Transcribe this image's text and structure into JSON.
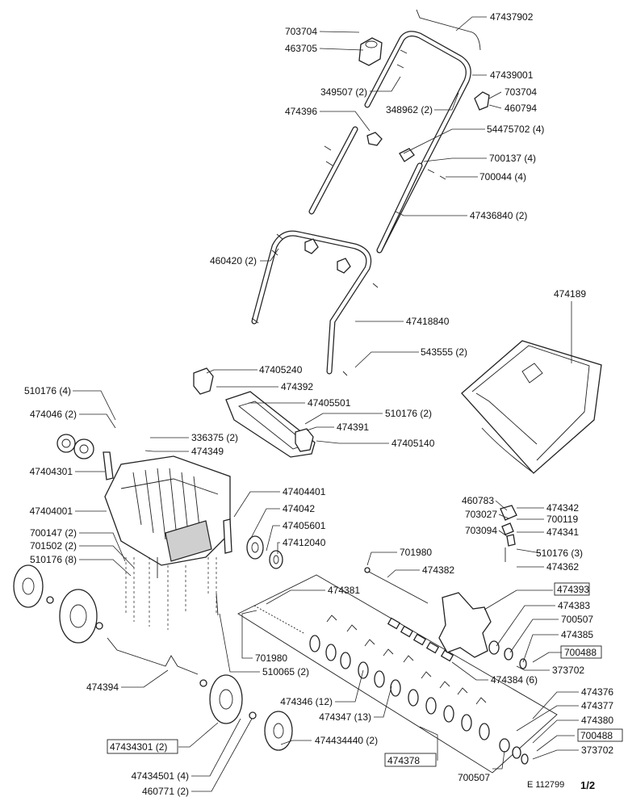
{
  "callouts": [
    {
      "text": "703704"
    },
    {
      "text": "463705"
    },
    {
      "text": "47437902"
    },
    {
      "text": "47439001"
    },
    {
      "text": "349507 (2)"
    },
    {
      "text": "703704"
    },
    {
      "text": "348962 (2)"
    },
    {
      "text": "460794"
    },
    {
      "text": "474396"
    },
    {
      "text": "54475702 (4)"
    },
    {
      "text": "700137 (4)"
    },
    {
      "text": "700044 (4)"
    },
    {
      "text": "47436840 (2)"
    },
    {
      "text": "460420 (2)"
    },
    {
      "text": "474189"
    },
    {
      "text": "47418840"
    },
    {
      "text": "543555 (2)"
    },
    {
      "text": "47405240"
    },
    {
      "text": "510176 (4)"
    },
    {
      "text": "474392"
    },
    {
      "text": "47405501"
    },
    {
      "text": "474046 (2)"
    },
    {
      "text": "510176 (2)"
    },
    {
      "text": "474391"
    },
    {
      "text": "336375 (2)"
    },
    {
      "text": "47405140"
    },
    {
      "text": "474349"
    },
    {
      "text": "47404301"
    },
    {
      "text": "47404401"
    },
    {
      "text": "460783"
    },
    {
      "text": "474342"
    },
    {
      "text": "474042"
    },
    {
      "text": "703027"
    },
    {
      "text": "700119"
    },
    {
      "text": "47404001"
    },
    {
      "text": "703094"
    },
    {
      "text": "474341"
    },
    {
      "text": "47405601"
    },
    {
      "text": "700147 (2)"
    },
    {
      "text": "47412040"
    },
    {
      "text": "510176 (3)"
    },
    {
      "text": "701502 (2)"
    },
    {
      "text": "701980"
    },
    {
      "text": "510176 (8)"
    },
    {
      "text": "474362"
    },
    {
      "text": "474382"
    },
    {
      "text": "474393"
    },
    {
      "text": "474381"
    },
    {
      "text": "474383"
    },
    {
      "text": "700507"
    },
    {
      "text": "474385"
    },
    {
      "text": "700488"
    },
    {
      "text": "701980"
    },
    {
      "text": "373702"
    },
    {
      "text": "510065 (2)"
    },
    {
      "text": "474384 (6)"
    },
    {
      "text": "474394"
    },
    {
      "text": "474376"
    },
    {
      "text": "474346 (12)"
    },
    {
      "text": "474377"
    },
    {
      "text": "474347 (13)"
    },
    {
      "text": "474380"
    },
    {
      "text": "700488"
    },
    {
      "text": "47434301 (2)"
    },
    {
      "text": "373702"
    },
    {
      "text": "474434440 (2)"
    },
    {
      "text": "474378"
    },
    {
      "text": "47434501 (4)"
    },
    {
      "text": "700507"
    },
    {
      "text": "460771 (2)"
    }
  ],
  "footer": {
    "code": "E 112799",
    "page": "1/2"
  }
}
